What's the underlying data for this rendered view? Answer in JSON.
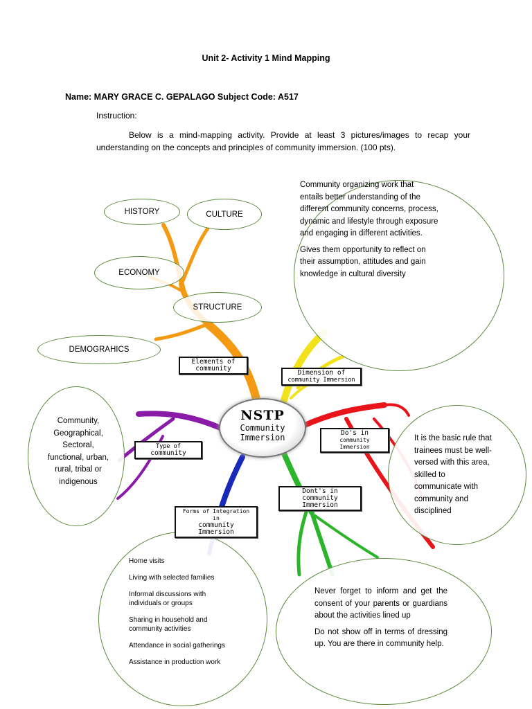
{
  "header": {
    "title": "Unit 2- Activity 1 Mind Mapping",
    "name_line": "Name: MARY GRACE C. GEPALAGO Subject Code: A517",
    "instruction_heading": "Instruction:",
    "instruction_text": "Below is a mind-mapping activity. Provide at least 3 pictures/images to recap your understanding on the concepts and principles of community immersion. (100 pts)."
  },
  "center": {
    "title": "NSTP",
    "line1": "Community",
    "line2": "Immersion"
  },
  "branch_labels": {
    "elements_1": "Elements of",
    "elements_2": "community",
    "dimension_1": "Dimension of",
    "dimension_2": "community Immersion",
    "dos_1": "Do's in",
    "dos_2": "community Immersion",
    "donts_1": "Dont's in",
    "donts_2": "community Immersion",
    "forms_1": "Forms of Integration in",
    "forms_2": "community Immersion",
    "type_1": "Type of",
    "type_2": "community"
  },
  "element_ovals": {
    "history": "HISTORY",
    "culture": "CULTURE",
    "economy": "ECONOMY",
    "structure": "STRUCTURE",
    "demographics": "DEMOGRAHICS"
  },
  "dimension_circle": {
    "para1": "Community organizing work that entails better understanding of the different community concerns, process, dynamic and lifestyle through exposure and engaging in different activities.",
    "para2": "Gives them opportunity to reflect on their assumption, attitudes and gain knowledge in cultural diversity"
  },
  "type_circle": {
    "text": "Community, Geographical, Sectoral, functional, urban, rural, tribal or indigenous"
  },
  "dos_circle": {
    "text": "It is the basic rule that trainees must be well-versed with this area, skilled to communicate with community and disciplined"
  },
  "forms_circle": {
    "items": [
      "Home visits",
      "Living with selected families",
      "Informal discussions with individuals or groups",
      "Sharing in household and community activities",
      "Attendance in social gatherings",
      "Assistance in production work"
    ]
  },
  "donts_circle": {
    "para1": "Never forget to inform and get the consent of your parents or guardians about the activities lined up",
    "para2": "Do not show off in terms of dressing up. You are there in community help."
  },
  "colors": {
    "elements_branch": "#f39a12",
    "dimension_branch": "#f2e21c",
    "dos_branch": "#e8141a",
    "donts_branch": "#2bb52b",
    "forms_branch": "#1a2ab8",
    "type_branch": "#8a1aa8",
    "oval_border": "#5a8a3a"
  }
}
